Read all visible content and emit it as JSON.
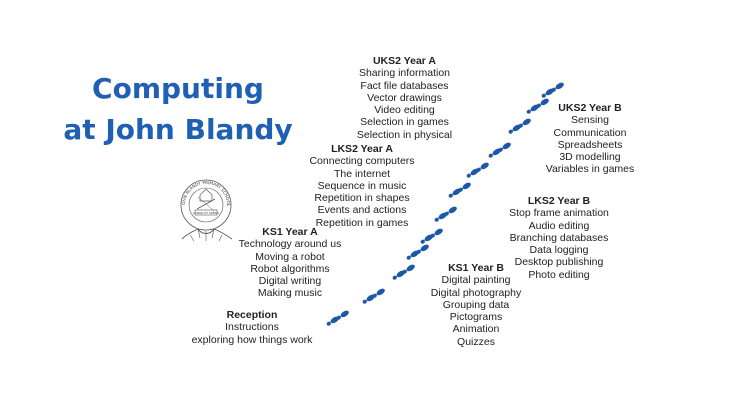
{
  "title_lines": [
    "Computing",
    "at John Blandy"
  ],
  "crest": {
    "ring_text": "JOHN BLANDY PRIMARY SCHOOL",
    "motto": "LABOR ET SPERO"
  },
  "blocks": {
    "uks2a": {
      "heading": "UKS2 Year A",
      "items": [
        "Sharing information",
        "Fact file databases",
        "Vector drawings",
        "Video editing",
        "Selection in games",
        "Selection in physical"
      ]
    },
    "uks2b": {
      "heading": "UKS2 Year B",
      "items": [
        "Sensing",
        "Communication",
        "Spreadsheets",
        "3D modelling",
        "Variables in games"
      ]
    },
    "lks2a": {
      "heading": "LKS2 Year A",
      "items": [
        "Connecting computers",
        "The internet",
        "Sequence in music",
        "Repetition in shapes",
        "Events and actions",
        "Repetition in games"
      ]
    },
    "lks2b": {
      "heading": "LKS2 Year B",
      "items": [
        "Stop frame animation",
        "Audio editing",
        "Branching databases",
        "Data logging",
        "Desktop publishing",
        "Photo editing"
      ]
    },
    "ks1a": {
      "heading": "KS1 Year A",
      "items": [
        "Technology around us",
        "Moving a robot",
        "Robot algorithms",
        "Digital writing",
        "Making music"
      ]
    },
    "ks1b": {
      "heading": "KS1 Year B",
      "items": [
        "Digital painting",
        "Digital photography",
        "Grouping data",
        "Pictograms",
        "Animation",
        "Quizzes"
      ]
    },
    "reception": {
      "heading": "Reception",
      "items": [
        "Instructions",
        "exploring how things work"
      ]
    }
  },
  "colors": {
    "title": "#1f5fb4",
    "footprints": "#1d57a8",
    "text": "#222222"
  },
  "icons": [
    "footprint-icon",
    "school-crest-icon"
  ]
}
